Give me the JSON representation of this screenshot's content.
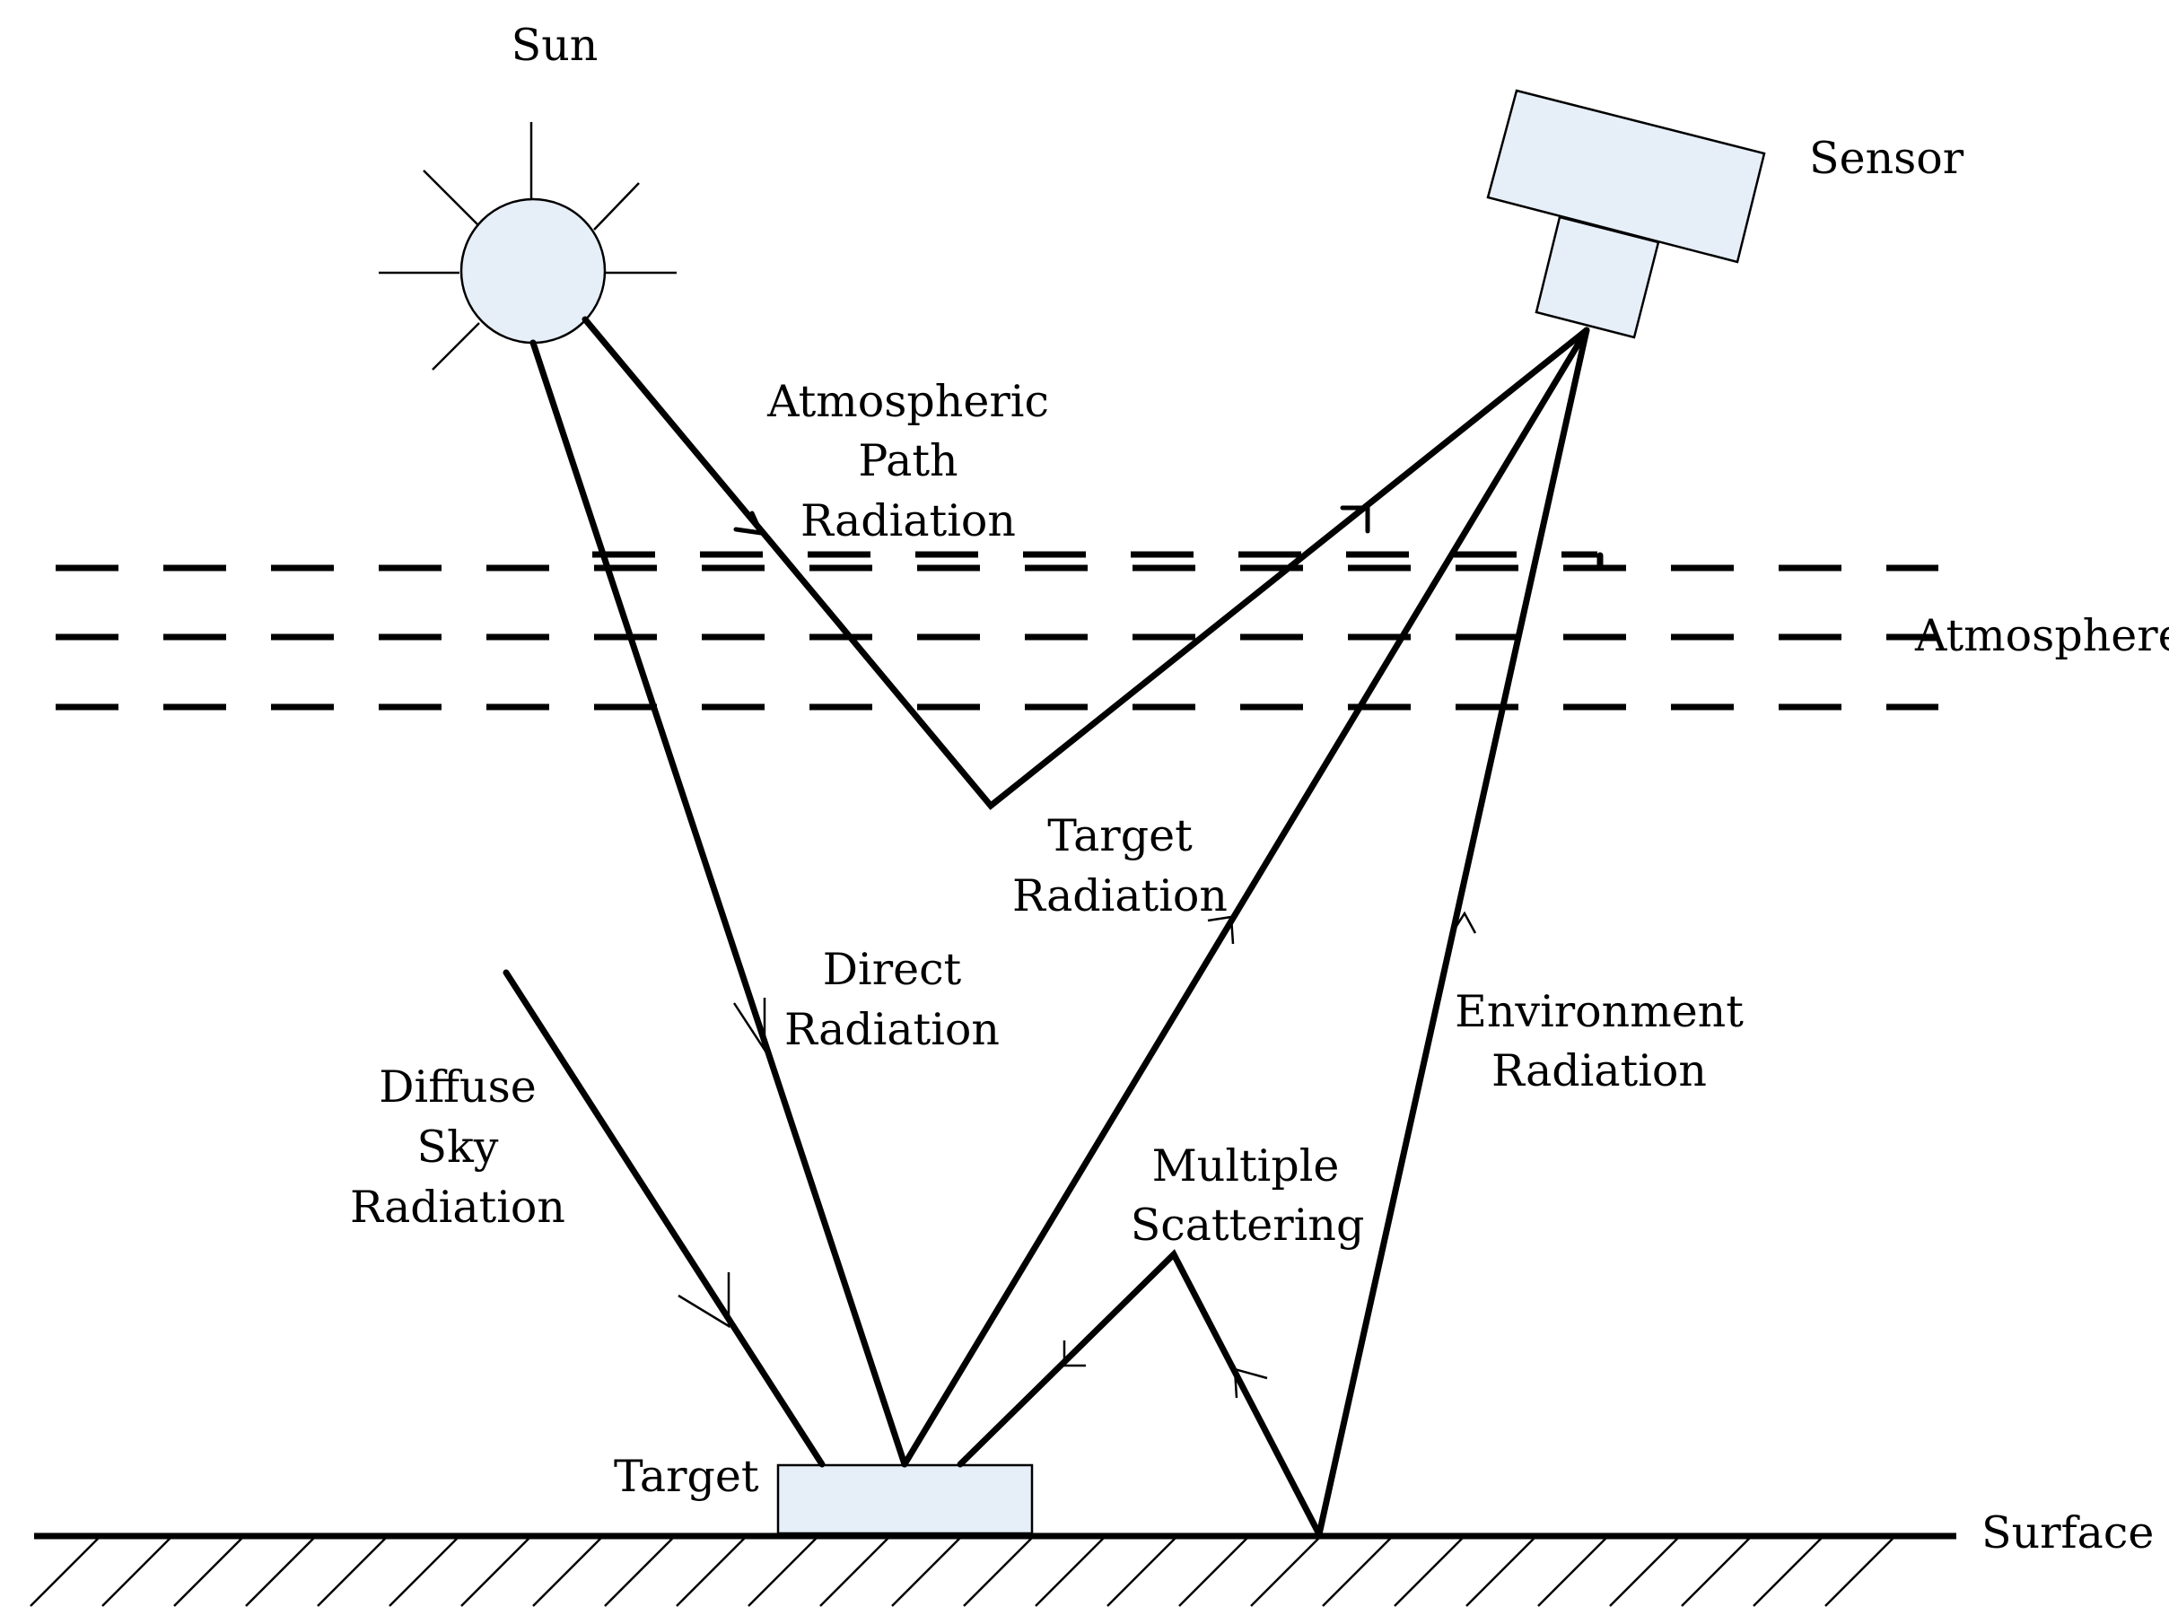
{
  "labels": {
    "sun": "Sun",
    "sensor": "Sensor",
    "atmospheric_path": [
      "Atmospheric",
      "Path",
      "Radiation"
    ],
    "atmosphere": "Atmosphere",
    "target_radiation": [
      "Target",
      "Radiation"
    ],
    "direct_radiation": [
      "Direct",
      "Radiation"
    ],
    "environment_radiation": [
      "Environment",
      "Radiation"
    ],
    "diffuse_sky": [
      "Diffuse",
      "Sky",
      "Radiation"
    ],
    "multiple_scattering": [
      "Multiple",
      "Scattering"
    ],
    "target": "Target",
    "surface": "Surface"
  },
  "colors": {
    "line": "#000000",
    "shape_fill": "#e6eef8",
    "background": "#ffffff"
  }
}
